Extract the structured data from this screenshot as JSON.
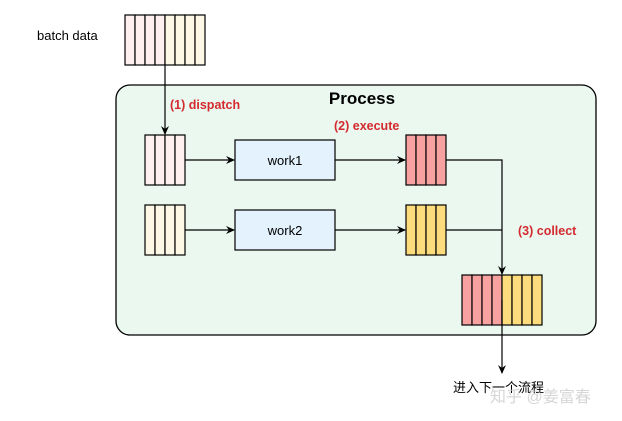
{
  "labels": {
    "batch_data": "batch data",
    "process_title": "Process",
    "dispatch": "(1) dispatch",
    "execute": "(2) execute",
    "collect": "(3) collect",
    "next_step": "进入下一个流程",
    "watermark": "知乎 @姜富春"
  },
  "workers": [
    {
      "label": "work1"
    },
    {
      "label": "work2"
    }
  ],
  "colors": {
    "step_label": "#d42a2f",
    "process_bg": "#eaf8ef",
    "worker_bg": "#e3f2fc",
    "pink_light": "#fdf0ef",
    "yellow_light": "#fdf8e6",
    "red_result": "#f8a1a1",
    "yellow_result": "#fcdc7c",
    "stroke": "#000000"
  },
  "queues": {
    "batch_cells": [
      "pink_light",
      "pink_light",
      "pink_light",
      "pink_light",
      "yellow_light",
      "yellow_light",
      "yellow_light",
      "yellow_light"
    ],
    "input1_cells": [
      "pink_light",
      "pink_light",
      "pink_light",
      "pink_light"
    ],
    "input2_cells": [
      "yellow_light",
      "yellow_light",
      "yellow_light",
      "yellow_light"
    ],
    "result1_cells": [
      "red_result",
      "red_result",
      "red_result",
      "red_result"
    ],
    "result2_cells": [
      "yellow_result",
      "yellow_result",
      "yellow_result",
      "yellow_result"
    ],
    "output_cells": [
      "red_result",
      "red_result",
      "red_result",
      "red_result",
      "yellow_result",
      "yellow_result",
      "yellow_result",
      "yellow_result"
    ]
  }
}
